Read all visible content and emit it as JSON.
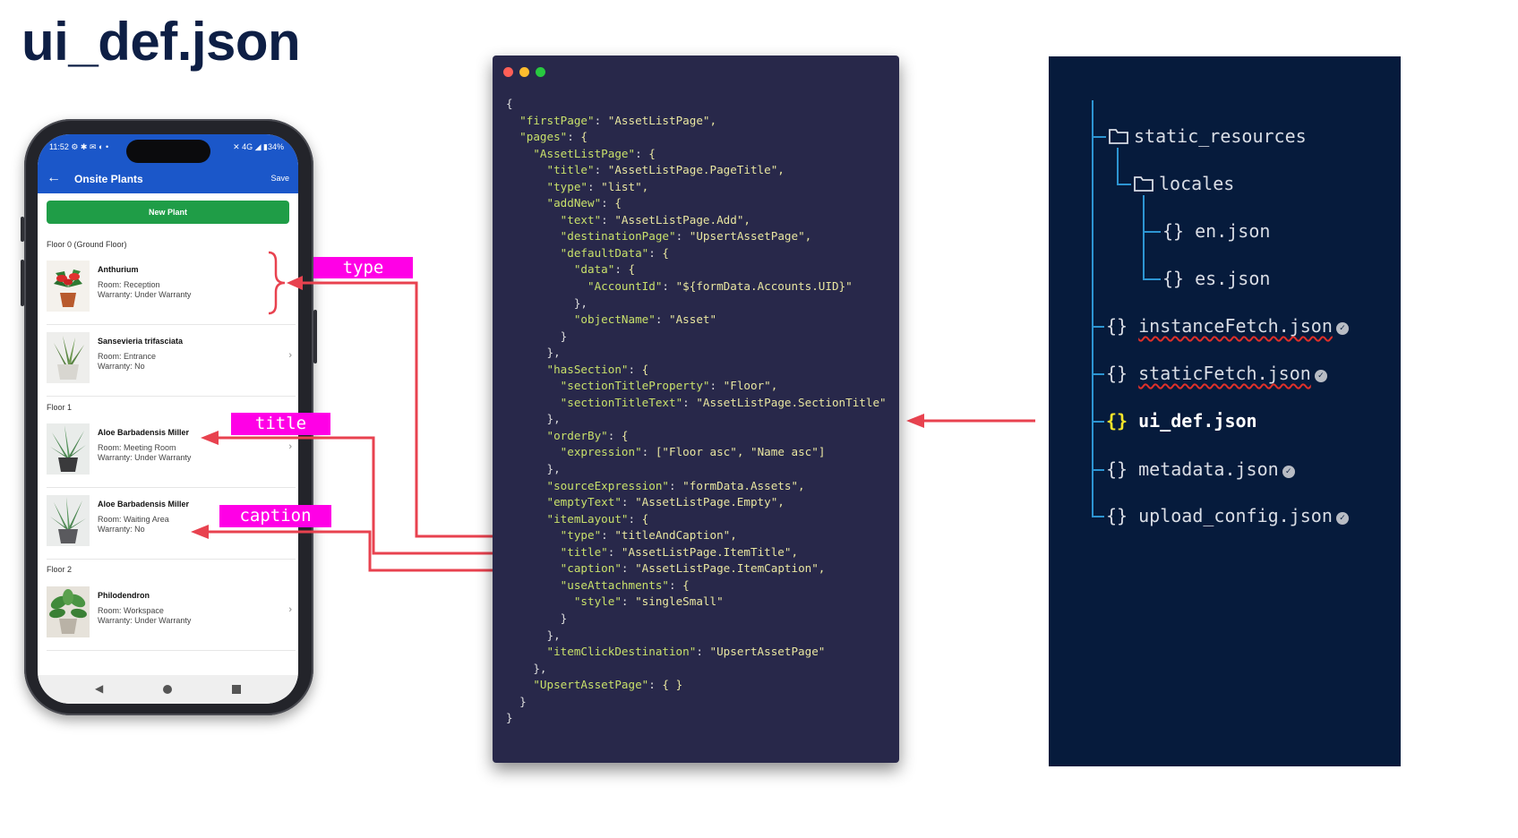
{
  "slide": {
    "title": "ui_def.json"
  },
  "phone": {
    "status": {
      "time": "11:52 ⚙ ✱ ✉ ◐ •",
      "right": "✕ 4G ◢ ▮34%"
    },
    "header": {
      "title": "Onsite Plants",
      "save": "Save",
      "back_icon": "arrow-left-icon"
    },
    "new_button": "New Plant",
    "sections": [
      {
        "title": "Floor 0 (Ground Floor)"
      },
      {
        "title": "Floor 1"
      },
      {
        "title": "Floor 2"
      }
    ],
    "items": [
      {
        "title": "Anthurium",
        "cap1": "Room: Reception",
        "cap2": "Warranty: Under Warranty",
        "chevron": ""
      },
      {
        "title": "Sansevieria trifasciata",
        "cap1": "Room: Entrance",
        "cap2": "Warranty: No",
        "chevron": "›"
      },
      {
        "title": "Aloe Barbadensis Miller",
        "cap1": "Room: Meeting Room",
        "cap2": "Warranty: Under Warranty",
        "chevron": "›"
      },
      {
        "title": "Aloe Barbadensis Miller",
        "cap1": "Room: Waiting Area",
        "cap2": "Warranty: No",
        "chevron": ""
      },
      {
        "title": "Philodendron",
        "cap1": "Room: Workspace",
        "cap2": "Warranty: Under Warranty",
        "chevron": "›"
      }
    ]
  },
  "labels": {
    "type": "type",
    "title": "title",
    "caption": "caption"
  },
  "colors": {
    "accent_magenta": "#ff00e6",
    "arrow_red": "#e8424f",
    "phone_blue": "#1b57c9",
    "button_green": "#1f9d47",
    "code_bg": "#28284a",
    "tree_bg": "#061b3c"
  },
  "code_lines": [
    "{",
    "  \"firstPage\": \"AssetListPage\",",
    "  \"pages\": {",
    "    \"AssetListPage\": {",
    "      \"title\": \"AssetListPage.PageTitle\",",
    "      \"type\": \"list\",",
    "      \"addNew\": {",
    "        \"text\": \"AssetListPage.Add\",",
    "        \"destinationPage\": \"UpsertAssetPage\",",
    "        \"defaultData\": {",
    "          \"data\": {",
    "            \"AccountId\": \"${formData.Accounts.UID}\"",
    "          },",
    "          \"objectName\": \"Asset\"",
    "        }",
    "      },",
    "      \"hasSection\": {",
    "        \"sectionTitleProperty\": \"Floor\",",
    "        \"sectionTitleText\": \"AssetListPage.SectionTitle\"",
    "      },",
    "      \"orderBy\": {",
    "        \"expression\": [\"Floor asc\", \"Name asc\"]",
    "      },",
    "      \"sourceExpression\": \"formData.Assets\",",
    "      \"emptyText\": \"AssetListPage.Empty\",",
    "      \"itemLayout\": {",
    "        \"type\": \"titleAndCaption\",",
    "        \"title\": \"AssetListPage.ItemTitle\",",
    "        \"caption\": \"AssetListPage.ItemCaption\",",
    "        \"useAttachments\": {",
    "          \"style\": \"singleSmall\"",
    "        }",
    "      },",
    "      \"itemClickDestination\": \"UpsertAssetPage\"",
    "    },",
    "    \"UpsertAssetPage\": { }",
    "  }",
    "}"
  ],
  "tree": {
    "folders": [
      {
        "name": "static_resources",
        "icon": "folder-icon"
      },
      {
        "name": "locales",
        "icon": "folder-icon"
      }
    ],
    "files": [
      {
        "brace": "{}",
        "name": "en.json"
      },
      {
        "brace": "{}",
        "name": "es.json"
      },
      {
        "brace": "{}",
        "name": "instanceFetch.json",
        "check": "✓"
      },
      {
        "brace": "{}",
        "name": "staticFetch.json",
        "check": "✓"
      },
      {
        "brace": "{}",
        "name": "ui_def.json"
      },
      {
        "brace": "{}",
        "name": "metadata.json",
        "check": "✓"
      },
      {
        "brace": "{}",
        "name": "upload_config.json",
        "check": "✓"
      }
    ]
  }
}
